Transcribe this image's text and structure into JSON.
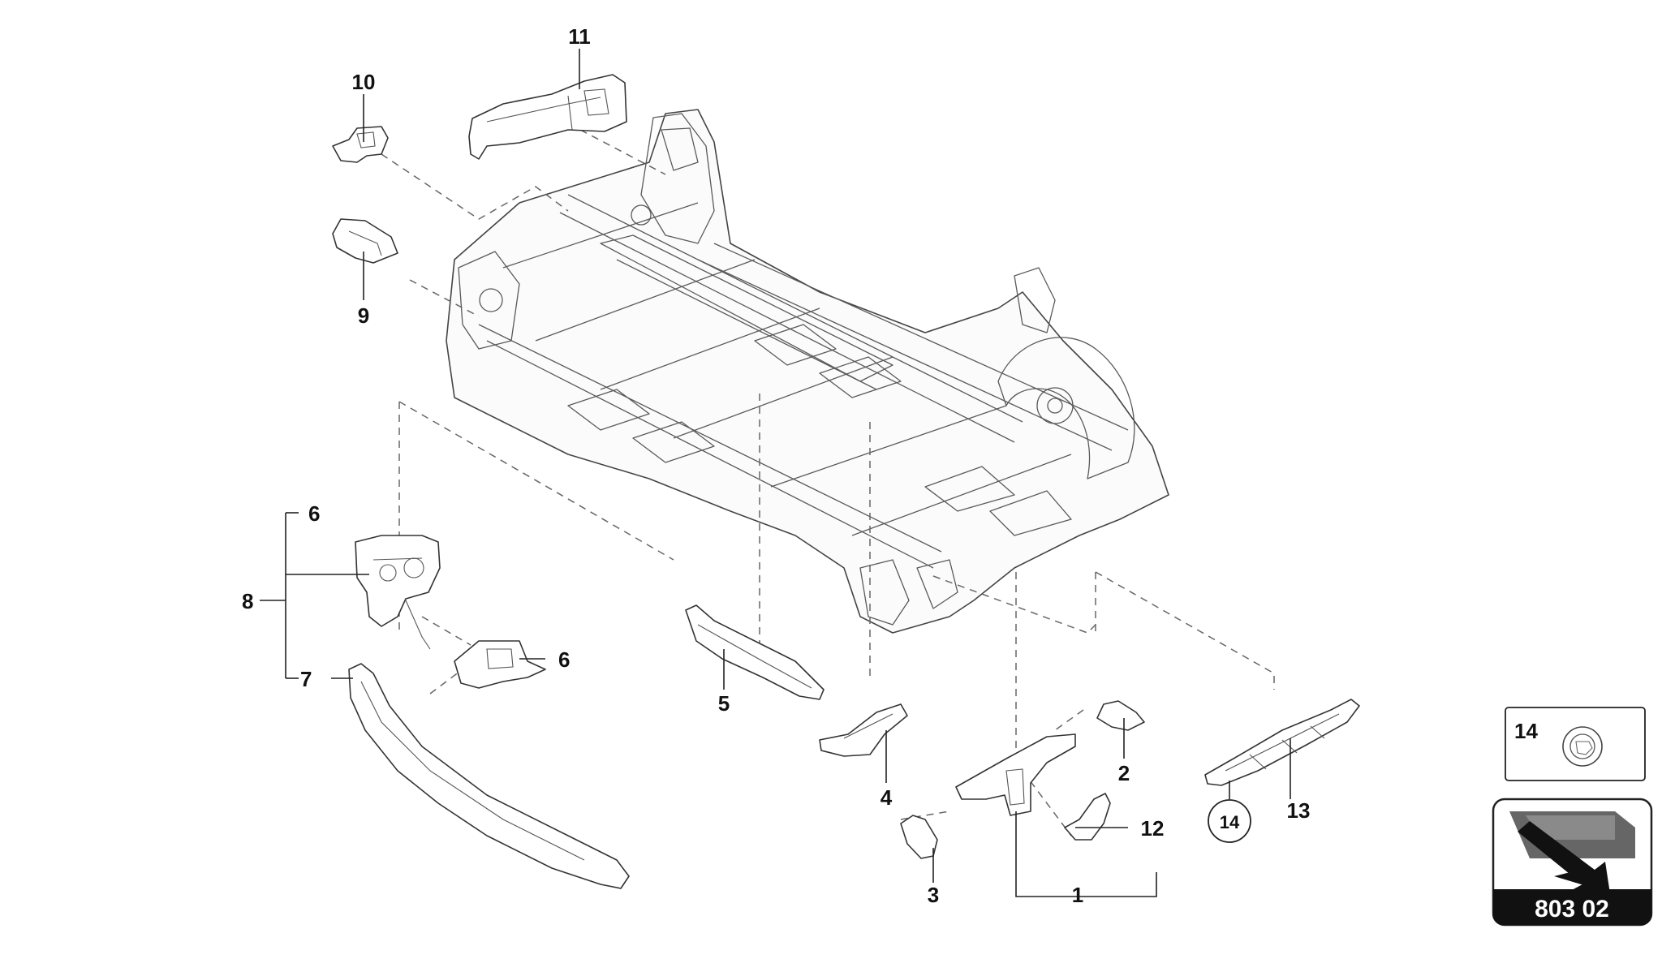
{
  "diagram": {
    "callouts": {
      "c1": "1",
      "c2": "2",
      "c3": "3",
      "c4": "4",
      "c5": "5",
      "c6a": "6",
      "c6b": "6",
      "c7": "7",
      "c8": "8",
      "c9": "9",
      "c10": "10",
      "c11": "11",
      "c12": "12",
      "c13": "13",
      "c14": "14"
    },
    "legend_box": {
      "label": "14"
    },
    "page_badge": {
      "code": "803 02"
    }
  }
}
